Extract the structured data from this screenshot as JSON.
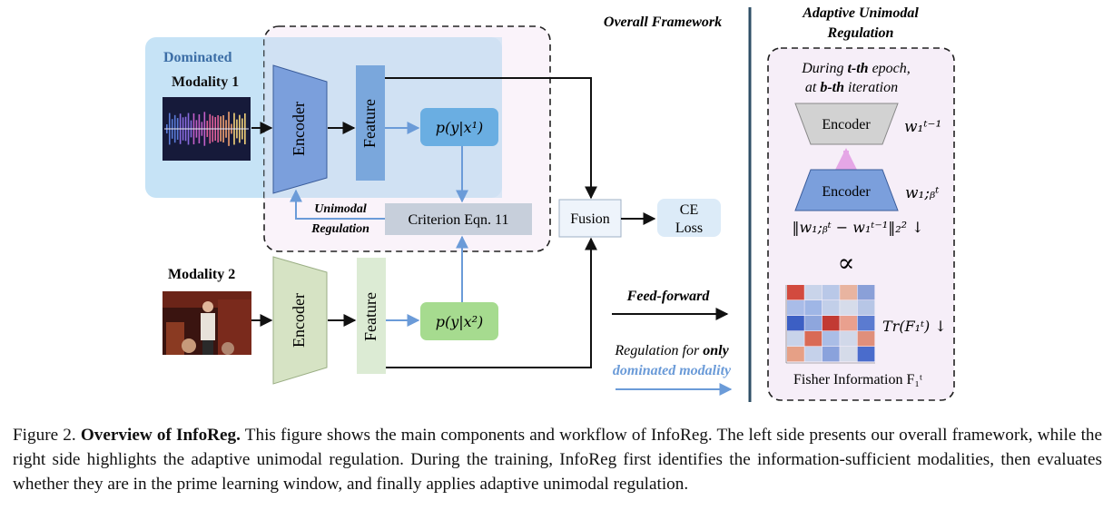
{
  "figure": {
    "overall_title": "Overall Framework",
    "adaptive_title_line1": "Adaptive Unimodal",
    "adaptive_title_line2": "Regulation",
    "dominated_label": "Dominated",
    "modality1_label": "Modality 1",
    "modality2_label": "Modality 2",
    "encoder_label": "Encoder",
    "feature_label": "Feature",
    "p1_label": "p(y|x¹)",
    "p2_label": "p(y|x²)",
    "unimodal_reg_line1": "Unimodal",
    "unimodal_reg_line2": "Regulation",
    "criterion_label": "Criterion Eqn. 11",
    "fusion_label": "Fusion",
    "ce_loss_line1": "CE",
    "ce_loss_line2": "Loss",
    "feed_forward_label": "Feed-forward",
    "regulation_line1_pre": "Regulation for ",
    "regulation_line1_bold": "only",
    "regulation_line2": "dominated modality",
    "during_line1_pre": "During ",
    "during_line1_bold": "t-th",
    "during_line1_post": " epoch,",
    "during_line2_pre": "at ",
    "during_line2_bold": "b-th",
    "during_line2_post": " iteration",
    "w_prev_label": "w₁ᵗ⁻¹",
    "w_curr_label": "w₁;ᵦᵗ",
    "norm_label": "‖w₁;ᵦᵗ − w₁ᵗ⁻¹‖₂² ↓",
    "proportional_symbol": "∝",
    "trace_label": "Tr(F₁ᵗ) ↓",
    "fisher_label": "Fisher Information F₁ᵗ"
  },
  "caption": {
    "prefix": "Figure 2.",
    "bold_title": "Overview of InfoReg.",
    "body": "This figure shows the main components and workflow of InfoReg. The left side presents our overall framework, while the right side highlights the adaptive unimodal regulation. During the training, InfoReg first identifies the information-sufficient modalities, then evaluates whether they are in the prime learning window, and finally applies adaptive unimodal regulation."
  },
  "colors": {
    "dominated_bg": "#c6e3f6",
    "pink_bg": "#f7eef8",
    "encoder1": "#7b9fdc",
    "feature1": "#7aa7dc",
    "p1_box": "#6aaee2",
    "criterion_box": "#c7cfdb",
    "encoder2": "#d6e3c4",
    "p2_box": "#a6db8f",
    "ce_loss": "#dcebf8",
    "fusion": "#eef4fb",
    "blue_arrow": "#6b9bd8",
    "divider": "#2e4f66",
    "gray_encoder": "#d2d2d2",
    "pink_arrow": "#e5a6e6"
  }
}
